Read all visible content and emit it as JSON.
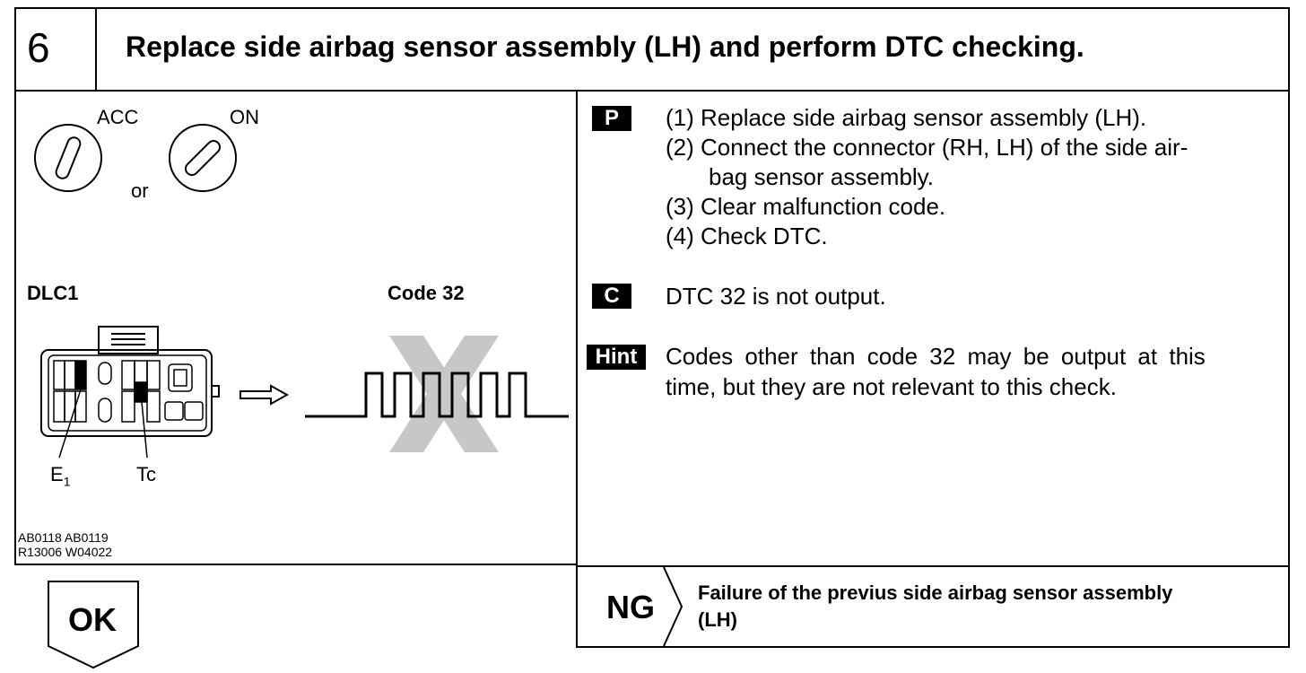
{
  "header": {
    "step_number": "6",
    "title": "Replace side airbag sensor assembly (LH) and perform DTC checking."
  },
  "illustration": {
    "switch_acc": "ACC",
    "switch_on": "ON",
    "or_text": "or",
    "connector_label": "DLC1",
    "code_label": "Code 32",
    "terminal_e": "E",
    "terminal_e_sub": "1",
    "terminal_tc": "Tc",
    "figure_ids_line1": "AB0118 AB0119",
    "figure_ids_line2": "R13006 W04022"
  },
  "procedure": {
    "badge": "P",
    "steps": [
      "(1) Replace side airbag sensor assembly (LH).",
      "(2) Connect the connector (RH, LH) of the side air-",
      "bag sensor assembly.",
      "(3) Clear malfunction code.",
      "(4) Check DTC."
    ]
  },
  "check": {
    "badge": "C",
    "text": "DTC 32 is not output."
  },
  "hint": {
    "badge": "Hint",
    "line1": "Codes other than code 32 may be output at this",
    "line2": "time, but they are not relevant to this check."
  },
  "result_ng": {
    "label": "NG",
    "line1": "Failure of the previus side airbag sensor assembly",
    "line2": "(LH)"
  },
  "result_ok": {
    "label": "OK"
  }
}
